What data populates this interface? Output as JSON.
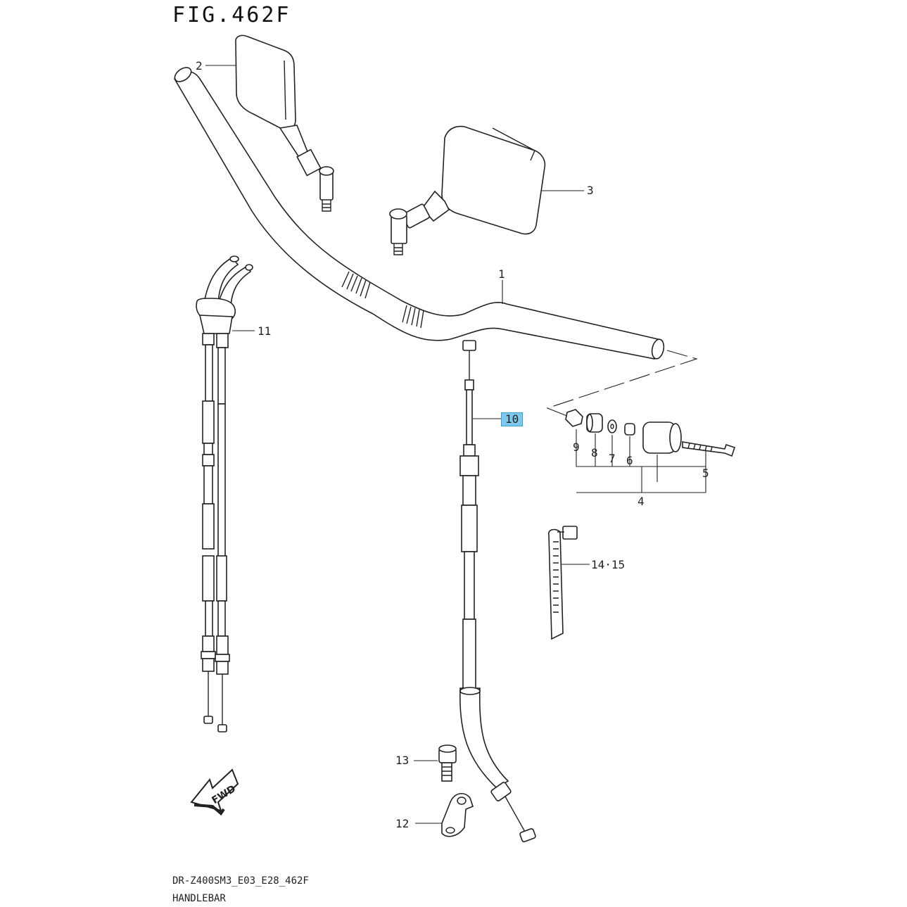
{
  "figure": {
    "title": "FIG.462F",
    "model_code": "DR-Z400SM3_E03_E28_462F",
    "section_name": "HANDLEBAR"
  },
  "callouts": [
    {
      "id": "1",
      "label": "1"
    },
    {
      "id": "2",
      "label": "2"
    },
    {
      "id": "3",
      "label": "3"
    },
    {
      "id": "4",
      "label": "4"
    },
    {
      "id": "5",
      "label": "5"
    },
    {
      "id": "6",
      "label": "6"
    },
    {
      "id": "7",
      "label": "7"
    },
    {
      "id": "8",
      "label": "8"
    },
    {
      "id": "9",
      "label": "9"
    },
    {
      "id": "10",
      "label": "10",
      "highlighted": true
    },
    {
      "id": "11",
      "label": "11"
    },
    {
      "id": "12",
      "label": "12"
    },
    {
      "id": "13",
      "label": "13"
    },
    {
      "id": "14-15",
      "label": "14·15"
    }
  ],
  "fwd_arrow": {
    "label": "FWD"
  },
  "colors": {
    "highlight": "#7ec8ec",
    "line": "#222222",
    "background": "#ffffff"
  }
}
